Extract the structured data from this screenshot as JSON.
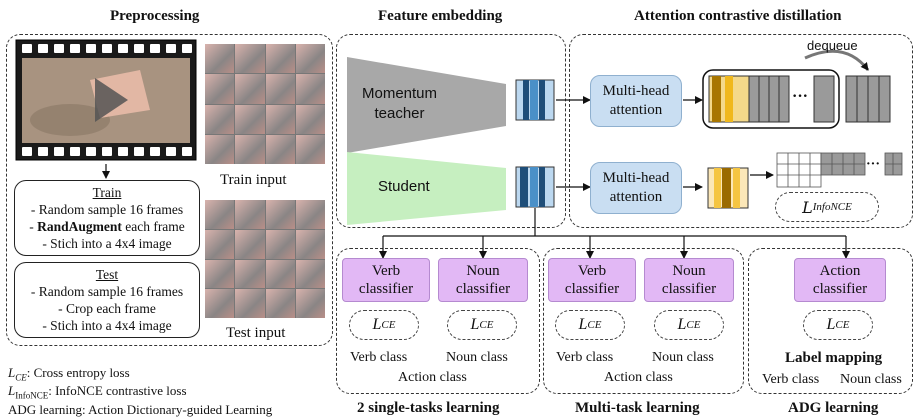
{
  "titles": {
    "preprocessing": "Preprocessing",
    "feature_embedding": "Feature embedding",
    "attention_distill": "Attention contrastive distillation",
    "single_tasks": "2 single-tasks learning",
    "multi_task": "Multi-task learning",
    "adg": "ADG learning"
  },
  "preprocessing": {
    "train_header": "Train",
    "train_lines": [
      "- Random sample 16 frames",
      "RandAugment",
      " each frame",
      "- Stich into a 4x4 image"
    ],
    "test_header": "Test",
    "test_lines": [
      "- Random sample 16 frames",
      "- Crop each frame",
      "- Stich into a 4x4 image"
    ],
    "train_input": "Train input",
    "test_input": "Test input"
  },
  "embedding": {
    "teacher_line1": "Momentum",
    "teacher_line2": "teacher",
    "student": "Student"
  },
  "attention": {
    "mha_line1": "Multi-head",
    "mha_line2": "attention",
    "dequeue": "dequeue",
    "ellipsis": "···",
    "infonce_main": "L",
    "infonce_sub": "InfoNCE"
  },
  "classifiers": {
    "verb_line1": "Verb",
    "noun_line1": "Noun",
    "action_line1": "Action",
    "line2": "classifier"
  },
  "loss": {
    "main": "L",
    "sub": "CE"
  },
  "labels": {
    "verb_class": "Verb class",
    "noun_class": "Noun class",
    "action_class": "Action class",
    "label_mapping": "Label mapping"
  },
  "legend": {
    "ce_sym": "L",
    "ce_sub": "CE",
    "ce_text": ": Cross entropy loss",
    "infonce_sym": "L",
    "infonce_sub": "InfoNCE",
    "infonce_text": ": InfoNCE contrastive loss",
    "adg_text": "ADG learning: Action Dictionary-guided Learning"
  },
  "colors": {
    "attention_fill": "#c9def2",
    "classifier_fill": "#e2b8f5",
    "teacher_fill": "#a8a8a8",
    "student_fill": "#c6efc0",
    "feat_dark": "#1f4e79",
    "feat_mid": "#4a90c8",
    "feat_light": "#bcd8f0",
    "teacher_feat_dark": "#a87600",
    "teacher_feat_light": "#f4d98a",
    "queue_gray": "#9a9a9a"
  }
}
